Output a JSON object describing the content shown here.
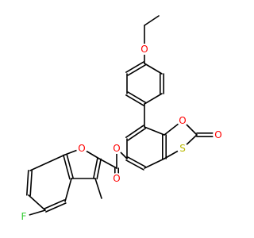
{
  "colors": {
    "carbon": "#000000",
    "oxygen": "#ff0000",
    "sulfur": "#b8b800",
    "fluorine": "#33cc33"
  },
  "atoms": {
    "o_ether": "O",
    "o_ring_dioxathiole": "O",
    "o_carbonyl_ring": "O",
    "s_ring": "S",
    "o_ester": "O",
    "o_ester_carbonyl": "O",
    "o_furan": "O",
    "f": "F"
  }
}
